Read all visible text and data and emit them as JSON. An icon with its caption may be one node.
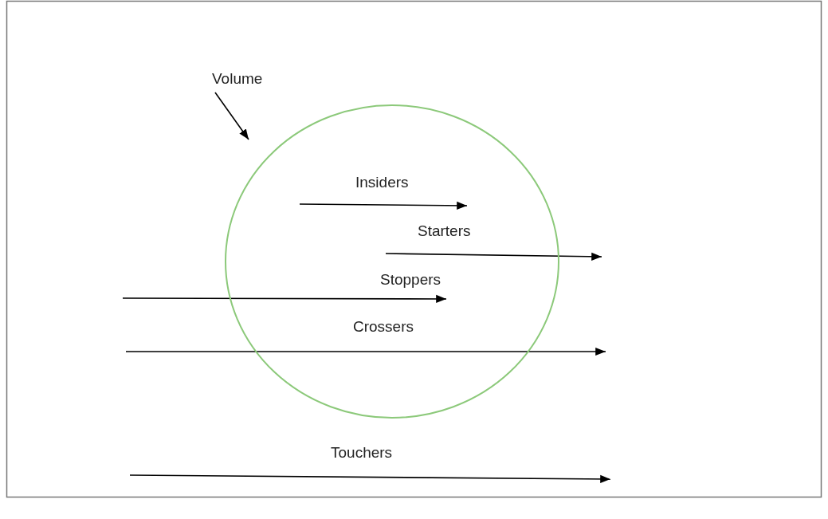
{
  "diagram": {
    "nodes": [
      {
        "text": [
          "Volume"
        ]
      },
      {
        "text": [],
        "shape": "circle"
      }
    ],
    "edges": [
      {
        "from": 0,
        "to": 1,
        "arrow": "to"
      }
    ],
    "labels": [
      "Insiders",
      "Starters",
      "Stoppers",
      "Crossers",
      "Touchers"
    ]
  }
}
